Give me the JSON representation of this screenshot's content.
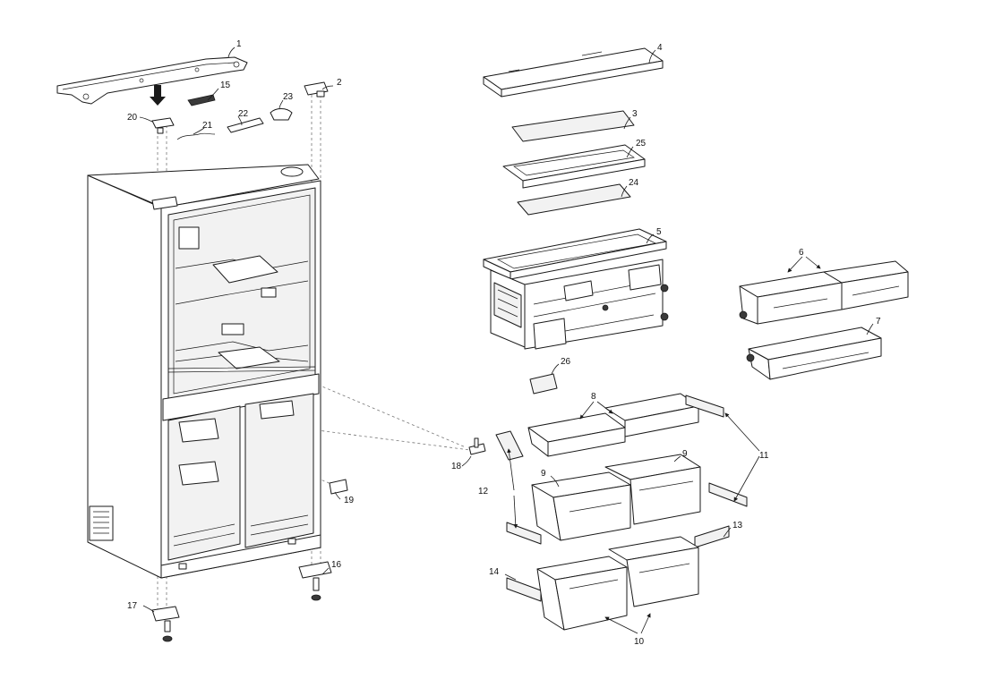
{
  "callouts": [
    "1",
    "2",
    "3",
    "4",
    "5",
    "6",
    "7",
    "8",
    "9",
    "9",
    "10",
    "11",
    "12",
    "13",
    "14",
    "15",
    "16",
    "17",
    "18",
    "19",
    "20",
    "21",
    "22",
    "23",
    "24",
    "25",
    "26"
  ],
  "colors": {
    "line": "#1a1a1a",
    "fill": "#ffffff",
    "shade": "#f2f2f2",
    "dark": "#3a3a3a"
  }
}
